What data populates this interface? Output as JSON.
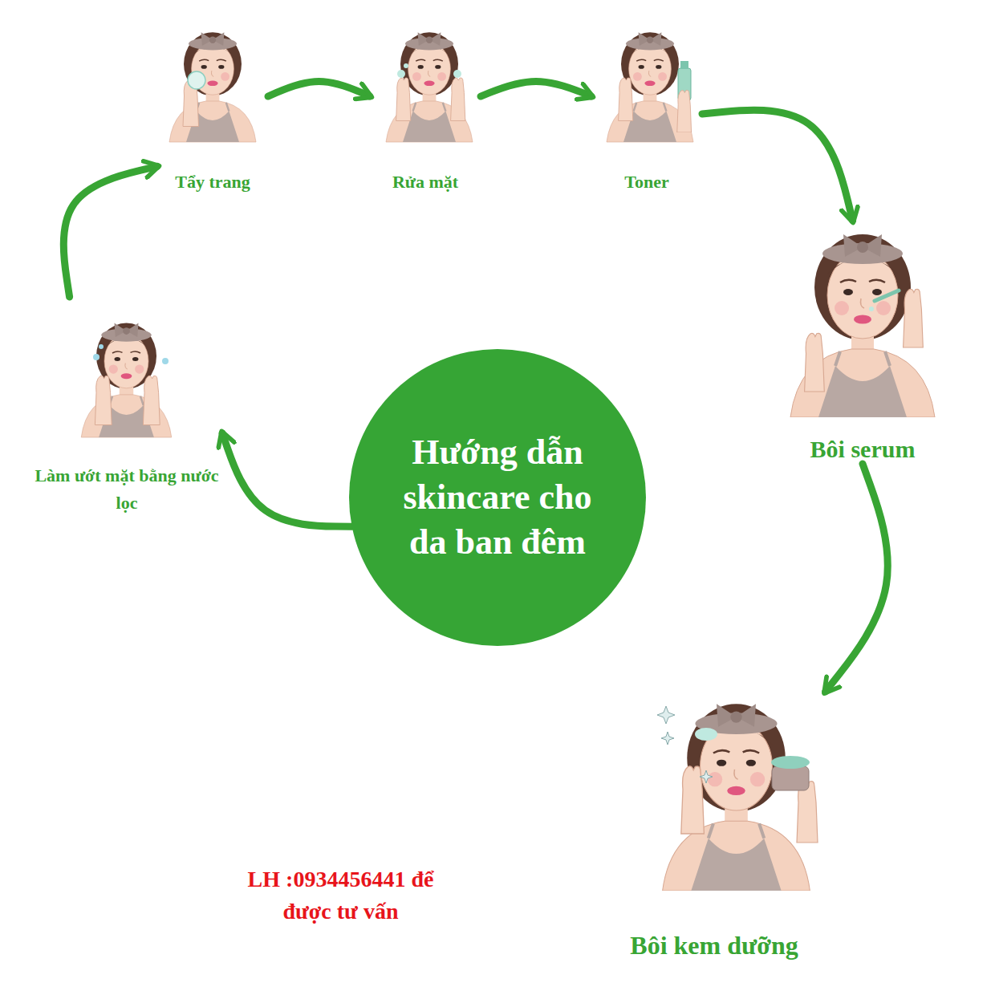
{
  "diagram": {
    "nodes": [
      {
        "text": [
          "Tẩy trang"
        ]
      },
      {
        "text": [
          "Rửa mặt"
        ]
      },
      {
        "text": [
          "Toner"
        ]
      },
      {
        "text": [
          "Bôi serum"
        ]
      },
      {
        "text": [
          "Làm ướt mặt bằng nước lọc"
        ]
      },
      {
        "text": [
          "Hướng dẫn skincare cho da ban đêm"
        ]
      },
      {
        "text": [
          "Bôi kem dưỡng"
        ]
      }
    ],
    "edges": [
      {
        "from": 4,
        "to": 0,
        "arrow": "to"
      },
      {
        "from": 0,
        "to": 1,
        "arrow": "to"
      },
      {
        "from": 1,
        "to": 2,
        "arrow": "to"
      },
      {
        "from": 2,
        "to": 3,
        "arrow": "to"
      },
      {
        "from": 3,
        "to": 6,
        "arrow": "to"
      },
      {
        "from": 5,
        "to": 4,
        "arrow": "to"
      }
    ],
    "labels": [
      "LH :0934456441 để được tư vấn"
    ]
  }
}
